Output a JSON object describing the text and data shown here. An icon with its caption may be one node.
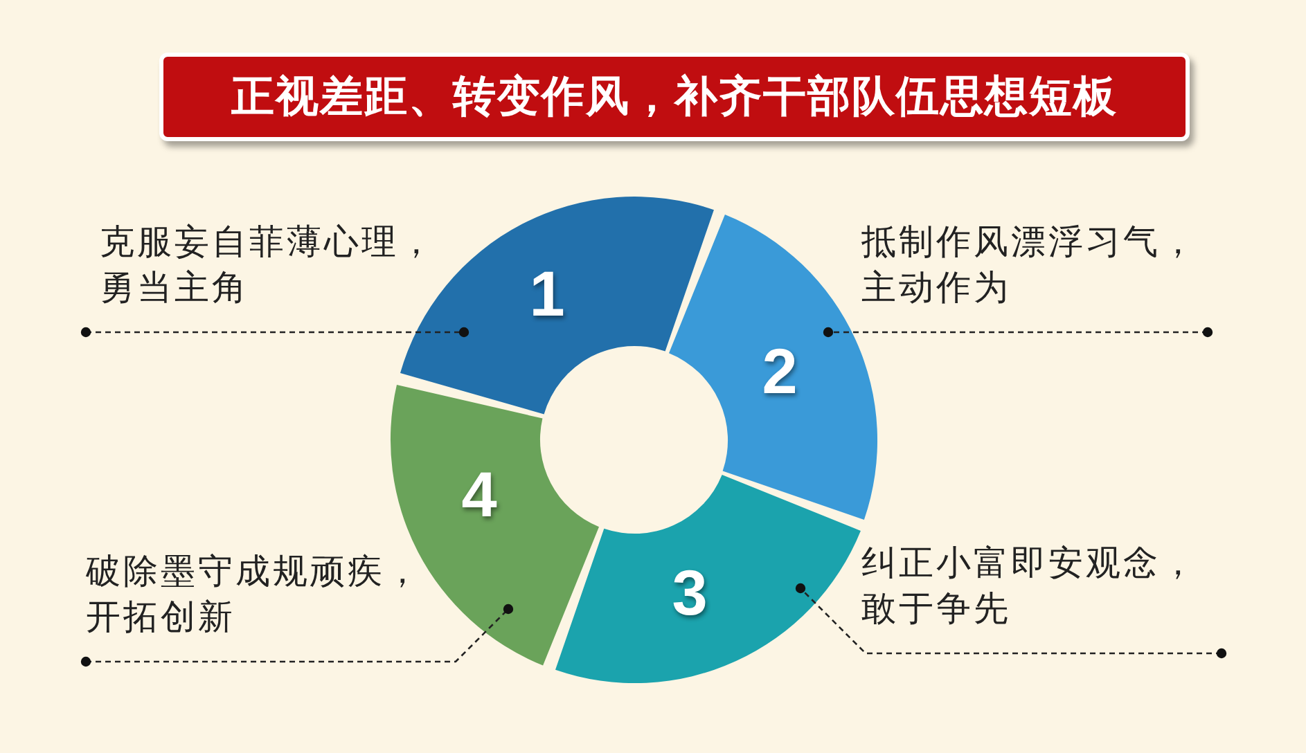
{
  "diagram": {
    "title": "正视差距、转变作风，补齐干部队伍思想短板",
    "nodes": [
      {
        "text": [
          "1"
        ]
      },
      {
        "text": [
          "2"
        ]
      },
      {
        "text": [
          "3"
        ]
      },
      {
        "text": [
          "4"
        ]
      },
      {
        "text": [
          "克服妄自菲薄心理，勇当主角"
        ]
      },
      {
        "text": [
          "抵制作风漂浮习气，主动作为"
        ]
      },
      {
        "text": [
          "纠正小富即安观念，敢于争先"
        ]
      },
      {
        "text": [
          "破除墨守成规顽疾，开拓创新"
        ]
      }
    ],
    "edges": [
      {
        "from": 4,
        "to": 0,
        "arrow": "other"
      },
      {
        "from": 5,
        "to": 1,
        "arrow": "other"
      },
      {
        "from": 6,
        "to": 2,
        "arrow": "other"
      },
      {
        "from": 7,
        "to": 3,
        "arrow": "other"
      }
    ]
  }
}
